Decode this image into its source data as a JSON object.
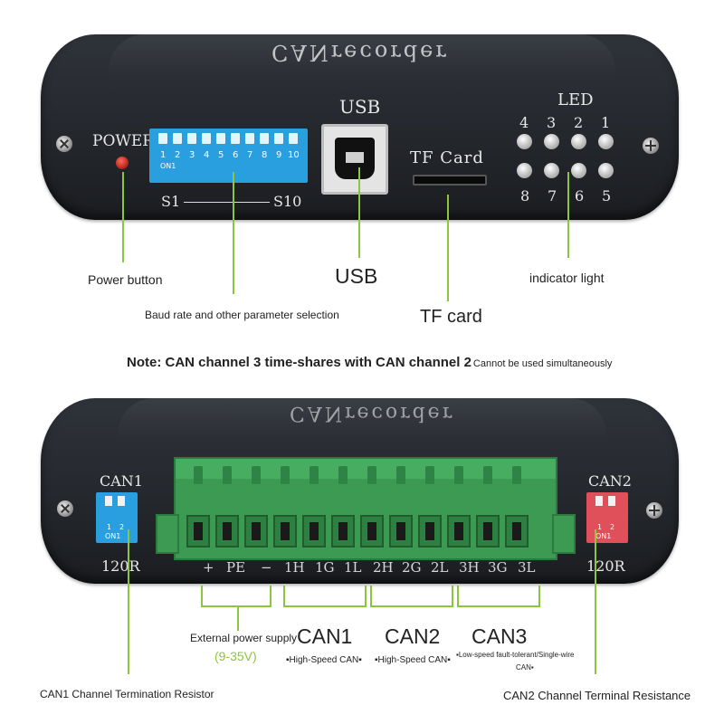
{
  "top_device": {
    "brand": "CANrecorder",
    "power_label": "POWER",
    "dip_numbers": [
      "1",
      "2",
      "3",
      "4",
      "5",
      "6",
      "7",
      "8",
      "9",
      "10"
    ],
    "dip_on": "ON1",
    "switch_range_start": "S1",
    "switch_range_end": "S10",
    "usb_label": "USB",
    "tf_label": "TF Card",
    "led_label": "LED",
    "led_top_numbers": [
      "4",
      "3",
      "2",
      "1"
    ],
    "led_bottom_numbers": [
      "8",
      "7",
      "6",
      "5"
    ]
  },
  "callouts_top": {
    "power_button": "Power button",
    "baud_rate": "Baud rate and other parameter selection",
    "usb": "USB",
    "tf_card": "TF card",
    "indicator": "indicator light"
  },
  "note": {
    "main": "Note: CAN channel 3 time-shares with CAN channel 2",
    "small": "Cannot be used simultaneously"
  },
  "bottom_device": {
    "brand": "CANrecorder",
    "can1_label": "CAN1",
    "can2_label": "CAN2",
    "dip_numbers": [
      "1",
      "2"
    ],
    "dip_on": "ON1",
    "res_left": "120R",
    "res_right": "120R",
    "pins": [
      "+",
      "PE",
      "−",
      "1H",
      "1G",
      "1L",
      "2H",
      "2G",
      "2L",
      "3H",
      "3G",
      "3L"
    ]
  },
  "callouts_bottom": {
    "power_supply": "External power supply",
    "voltage": "(9-35V)",
    "can1": "CAN1",
    "can1_type": "High-Speed CAN",
    "can2": "CAN2",
    "can2_type": "High-Speed CAN",
    "can3": "CAN3",
    "can3_type": "Low-speed fault-tolerant/Single-wire",
    "can3_type2": "CAN",
    "can1_resistor": "CAN1 Channel Termination Resistor",
    "can2_resistor": "CAN2 Channel Terminal Resistance"
  },
  "colors": {
    "lead_line": "#8cc63e",
    "dip_blue": "#2a9fe0",
    "dip_red": "#e0505a",
    "terminal_green": "#3c9a52"
  }
}
